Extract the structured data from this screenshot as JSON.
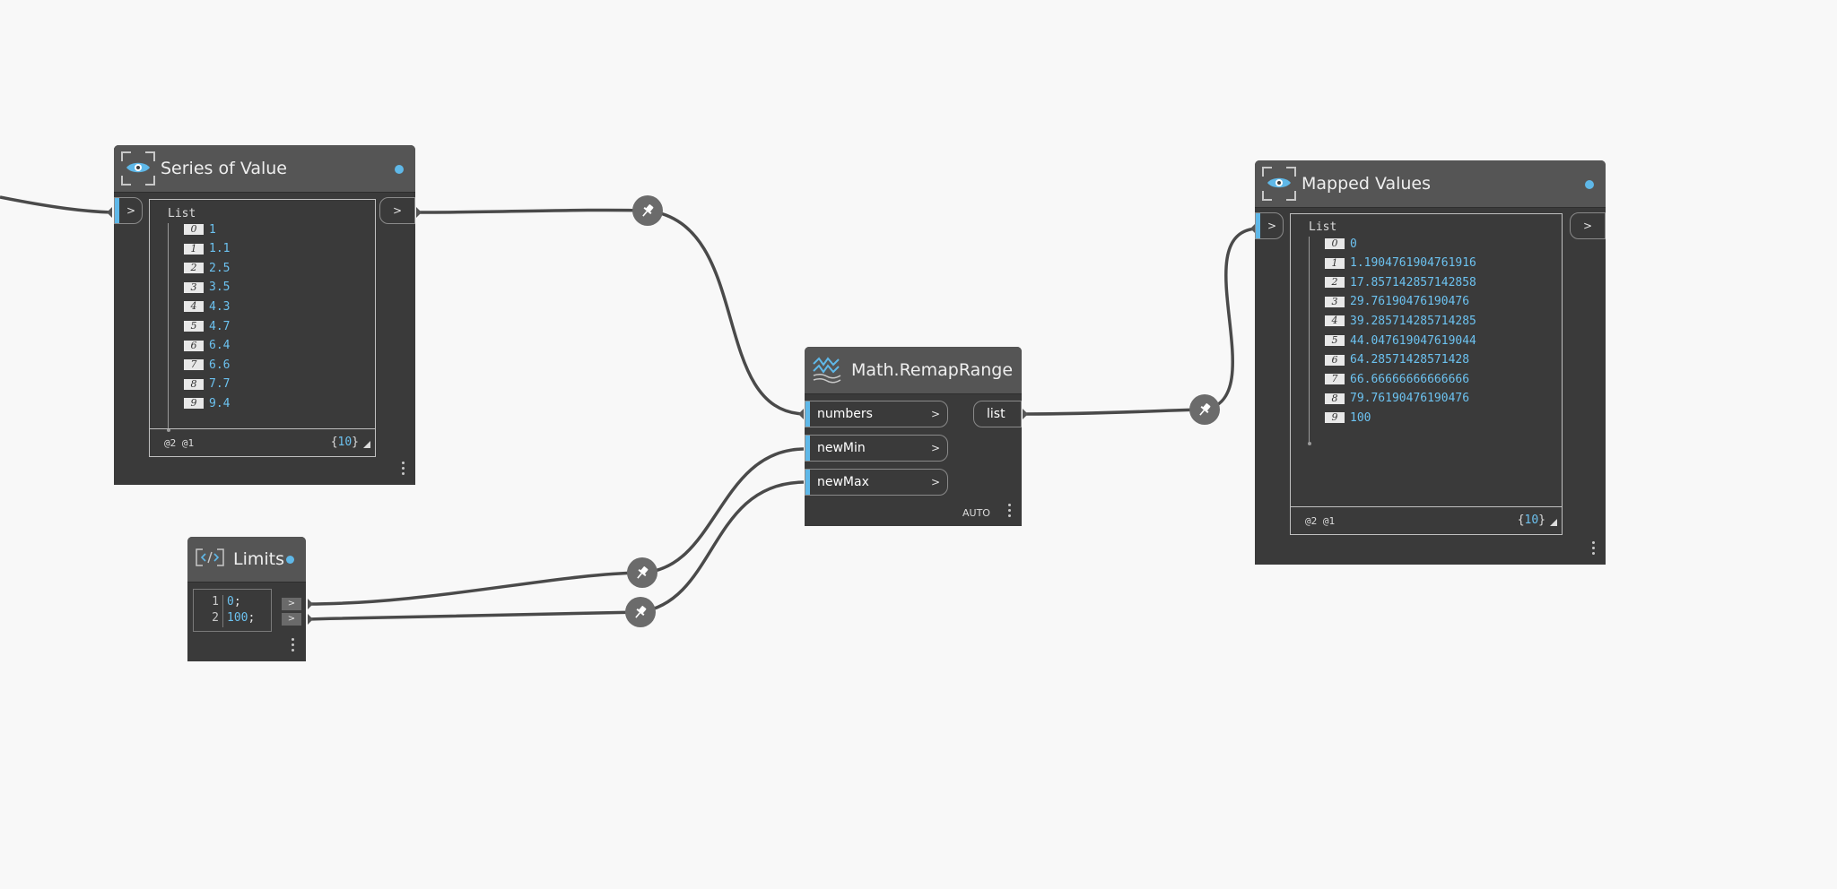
{
  "nodes": {
    "series": {
      "title": "Series of Value",
      "input_chevron": ">",
      "output_chevron": ">",
      "list_label": "List",
      "items": [
        {
          "index": "0",
          "value": "1"
        },
        {
          "index": "1",
          "value": "1.1"
        },
        {
          "index": "2",
          "value": "2.5"
        },
        {
          "index": "3",
          "value": "3.5"
        },
        {
          "index": "4",
          "value": "4.3"
        },
        {
          "index": "5",
          "value": "4.7"
        },
        {
          "index": "6",
          "value": "6.4"
        },
        {
          "index": "7",
          "value": "6.6"
        },
        {
          "index": "8",
          "value": "7.7"
        },
        {
          "index": "9",
          "value": "9.4"
        }
      ],
      "levels": "@2 @1",
      "count": "10"
    },
    "remap": {
      "title": "Math.RemapRange",
      "inputs": [
        {
          "label": "numbers",
          "chevron": ">"
        },
        {
          "label": "newMin",
          "chevron": ">"
        },
        {
          "label": "newMax",
          "chevron": ">"
        }
      ],
      "output_label": "list",
      "lacing": "AUTO"
    },
    "mapped": {
      "title": "Mapped Values",
      "input_chevron": ">",
      "output_chevron": ">",
      "list_label": "List",
      "items": [
        {
          "index": "0",
          "value": "0"
        },
        {
          "index": "1",
          "value": "1.1904761904761916"
        },
        {
          "index": "2",
          "value": "17.857142857142858"
        },
        {
          "index": "3",
          "value": "29.76190476190476"
        },
        {
          "index": "4",
          "value": "39.285714285714285"
        },
        {
          "index": "5",
          "value": "44.047619047619044"
        },
        {
          "index": "6",
          "value": "64.28571428571428"
        },
        {
          "index": "7",
          "value": "66.66666666666666"
        },
        {
          "index": "8",
          "value": "79.76190476190476"
        },
        {
          "index": "9",
          "value": "100"
        }
      ],
      "levels": "@2 @1",
      "count": "10"
    },
    "limits": {
      "title": "Limits",
      "lines": [
        {
          "num": "1",
          "value": "0",
          "semi": ";"
        },
        {
          "num": "2",
          "value": "100",
          "semi": ";"
        }
      ],
      "outputs": [
        ">",
        ">"
      ]
    }
  },
  "icons": {
    "preview": "eye-icon",
    "code_block": "code-block-icon",
    "remap": "remap-range-icon",
    "pin": "pin-icon"
  },
  "colors": {
    "canvas": "#f8f8f8",
    "node_body": "#3a3a3a",
    "node_header": "#555555",
    "accent": "#5fb8e8",
    "wire": "#4a4a4a"
  }
}
